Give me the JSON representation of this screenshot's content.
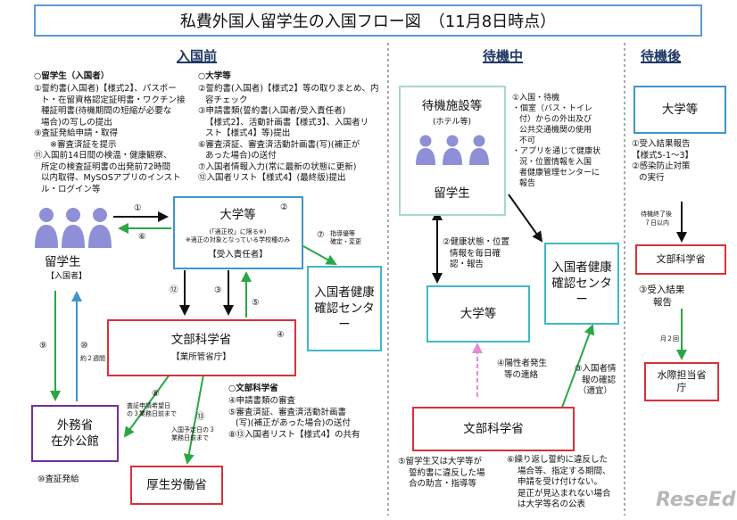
{
  "title": "私費外国人留学生の入国フロー図　（11月8日時点）",
  "sections": {
    "before": "入国前",
    "waiting": "待機中",
    "after": "待機後"
  },
  "before": {
    "student_head": "○留学生（入国者）",
    "student_items": [
      "①誓約書(入国者)【様式2】、パスポー",
      "ト・在留資格認定証明書・ワクチン接",
      "種証明書(待機期間の短縮が必要な",
      "場合)の写しの提出",
      "⑨査証発給申請・取得",
      "※審査済証を提示",
      "⑪入国前14日間の検温・健康観察、",
      "所定の検査証明書の出発前72時間",
      "以内取得、MySOSアプリのインスト",
      "ル・ログイン等"
    ],
    "univ_head": "○大学等",
    "univ_items": [
      "②誓約書(入国者)【様式2】等の取りまとめ、内",
      "容チェック",
      "③申請書類(誓約書(入国者/受入責任者)",
      "【様式2】、活動計画書【様式3】、入国者リ",
      "スト【様式4】等)提出",
      "⑥審査済証、審査済活動計画書(写)(補正が",
      "あった場合)の送付",
      "⑦入国者情報入力(常に最新の状態に更新)",
      "⑫入国者リスト【様式4】(最終版)提出"
    ],
    "student_label": "留学生",
    "student_sub": "【入国者】",
    "univ_box": {
      "title": "大学等",
      "num": "②",
      "note1": "(「適正校」に限る※)",
      "note2": "※適正の対象となっている学校種のみ",
      "sub": "【受入責任者】"
    },
    "health_box": "入国者健康確認センター",
    "mext_box": {
      "title": "文部科学省",
      "sub": "【業所管省庁】",
      "num": "④"
    },
    "mofa_box": "外務省\n在外公館",
    "mhlw_box": "厚生労働省",
    "mext_head": "○文部科学省",
    "mext_items": [
      "④申請書類の審査",
      "⑤審査済証、審査済活動計画書",
      "(写)(補正があった場合)の送付",
      "⑧⑬入国者リスト【様式4】の共有"
    ],
    "visa_note": "⑩査証発給",
    "n1": "①",
    "n6": "⑥",
    "n7": "⑦",
    "n7_note1": "指導優等",
    "n7_note2": "確定・変更",
    "n12": "⑫",
    "n3": "③",
    "n5": "⑤",
    "n9": "⑨",
    "n10": "⑩",
    "n10_note": "約２週間",
    "n8": "⑧",
    "n8_note1": "査証申請希望日",
    "n8_note2": "の３業務日前まで",
    "n13": "⑬",
    "n13_note1": "入国予定日の３",
    "n13_note2": "業務日前まで"
  },
  "waiting": {
    "facility_title": "待機施設等",
    "facility_sub": "(ホテル等)",
    "facility_student": "留学生",
    "notes": [
      "①入国・待機",
      "・個室（バス・トイレ",
      "付）からの外出及び",
      "公共交通機関の使用",
      "不可",
      "・アプリを通じて健康状",
      "況・位置情報を入国",
      "者健康管理センターに",
      "報告"
    ],
    "report_note": [
      "②健康状態・位置",
      "情報を毎日確",
      "認・報告"
    ],
    "univ_box": "大学等",
    "health_box": "入国者健康確認センター",
    "mext_box": "文部科学省",
    "note4": [
      "④陽性者発生",
      "等の連絡"
    ],
    "note3": [
      "③入国者情",
      "報の確認",
      "（適宜）"
    ],
    "note5": [
      "⑤留学生又は大学等が",
      "誓約書に違反した場",
      "合の助言・指導等"
    ],
    "note6": [
      "⑥繰り返し誓約に違反した",
      "場合等、指定する期間、",
      "申請を受け付けない。",
      "是正が見込まれない場合",
      "は大学等名の公表"
    ]
  },
  "after": {
    "univ_box": "大学等",
    "notes": [
      "①受入結果報告",
      "【様式5-1～3】",
      "②感染防止対策",
      "の実行"
    ],
    "arrow_note": [
      "待機終了後",
      "７日以内"
    ],
    "mext_box": "文部科学省",
    "note3": [
      "③受入結果",
      "報告"
    ],
    "arrow2_note": "月２回",
    "water_box": "水際担当省庁"
  },
  "watermark": "ReseEd"
}
